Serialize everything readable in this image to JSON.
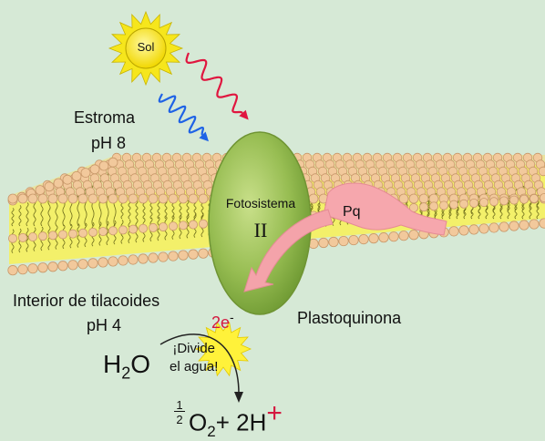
{
  "sun": {
    "label": "Sol"
  },
  "stroma": {
    "name": "Estroma",
    "ph": "pH 8"
  },
  "lumen": {
    "name": "Interior de tilacoides",
    "ph": "pH 4"
  },
  "photosystem": {
    "name": "Fotosistema",
    "numeral": "II"
  },
  "plastoquinone": {
    "abbr": "Pq",
    "name": "Plastoquinona"
  },
  "electrons": {
    "coef": "2e",
    "charge": "-"
  },
  "water": {
    "h": "H",
    "sub": "2",
    "o": "O"
  },
  "split_label": {
    "line1": "¡Divide",
    "line2": "el agua!"
  },
  "products": {
    "num": "1",
    "den": "2",
    "o": "O",
    "sub": "2",
    "plus": "+ 2H",
    "charge": "+"
  },
  "colors": {
    "background": "#d6e9d6",
    "membrane_core": "#f3f06a",
    "lipid_head": "#f2c99c",
    "photosystem": "#8fb84a",
    "plastoquinone": "#f6a0a8",
    "red_wave": "#e0163f",
    "blue_wave": "#1f63e6",
    "sun": "#f8e81a",
    "charge_red": "#e0163f"
  }
}
